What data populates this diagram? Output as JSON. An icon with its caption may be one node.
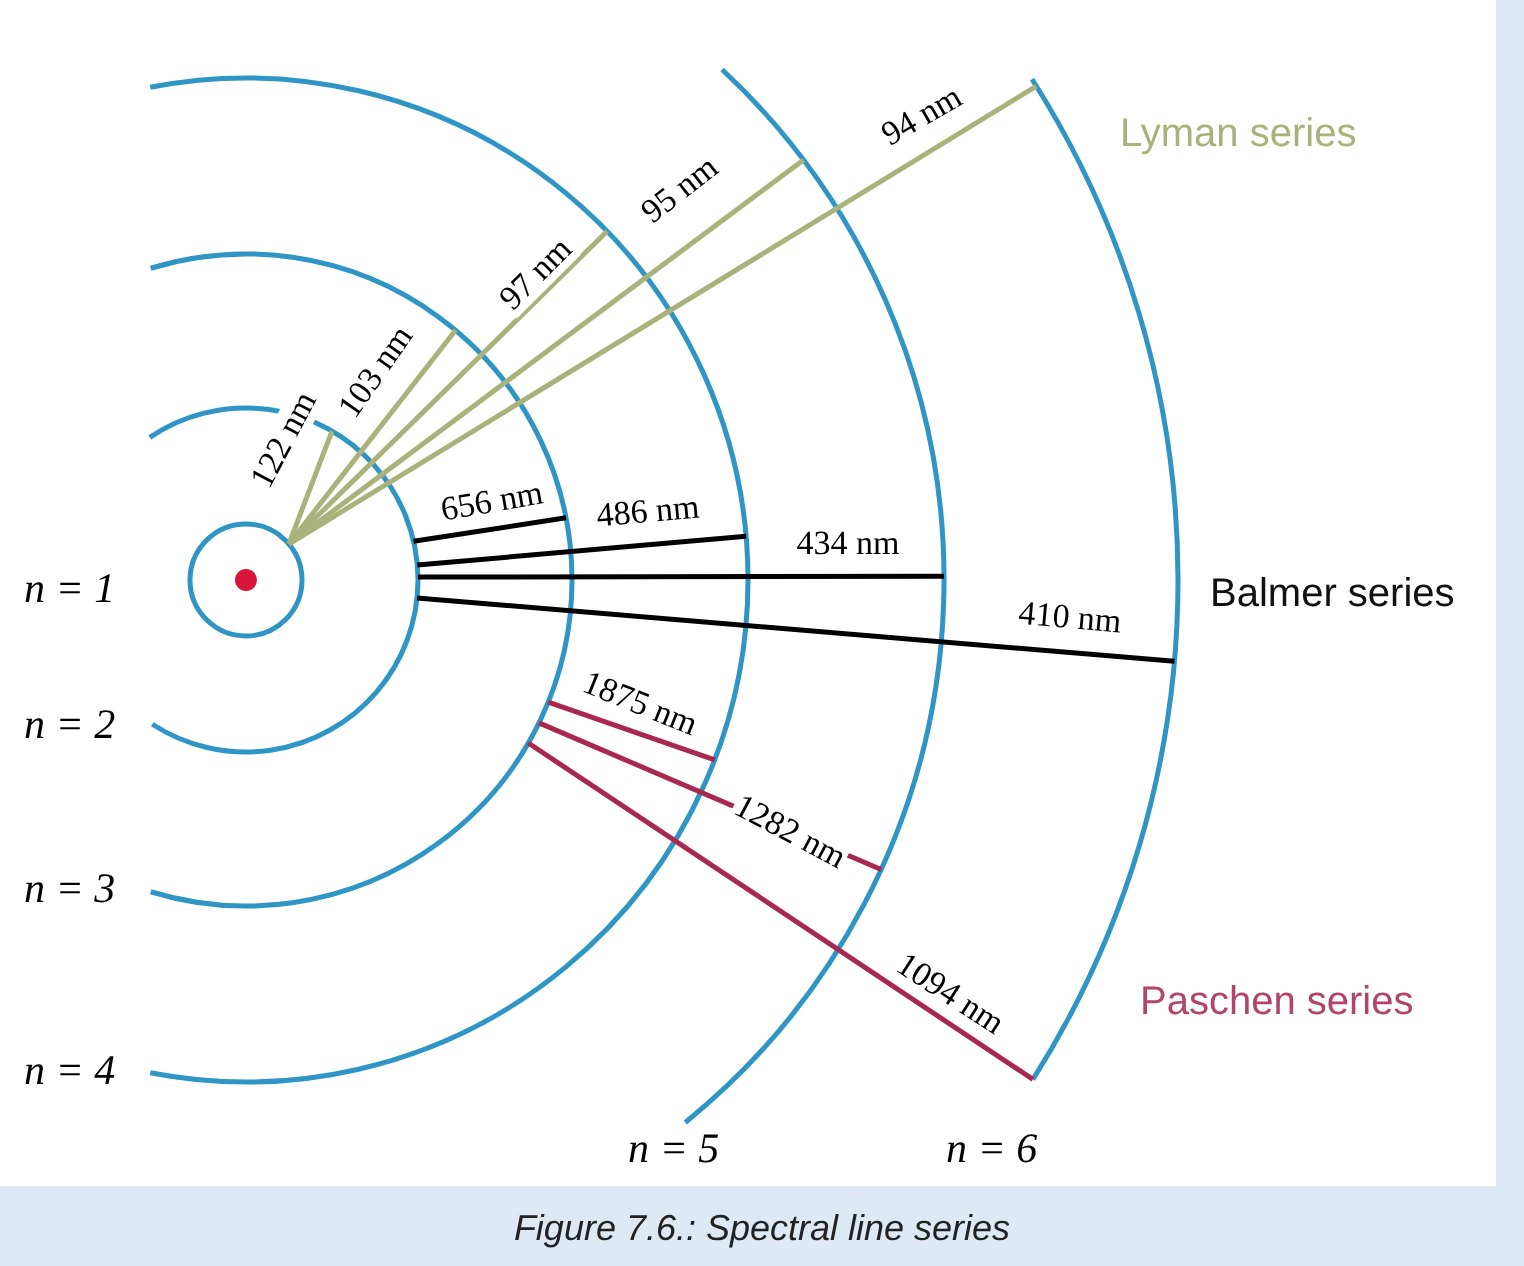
{
  "diagram": {
    "caption": "Figure 7.6.: Spectral line series",
    "labels": [
      "n = 1",
      "n = 2",
      "n = 3",
      "n = 4",
      "n = 5",
      "n = 6",
      "122 nm",
      "103 nm",
      "97 nm",
      "95 nm",
      "94 nm",
      "Lyman series",
      "656 nm",
      "486 nm",
      "434 nm",
      "410 nm",
      "Balmer series",
      "1875 nm",
      "1282 nm",
      "1094 nm",
      "Paschen series"
    ]
  }
}
